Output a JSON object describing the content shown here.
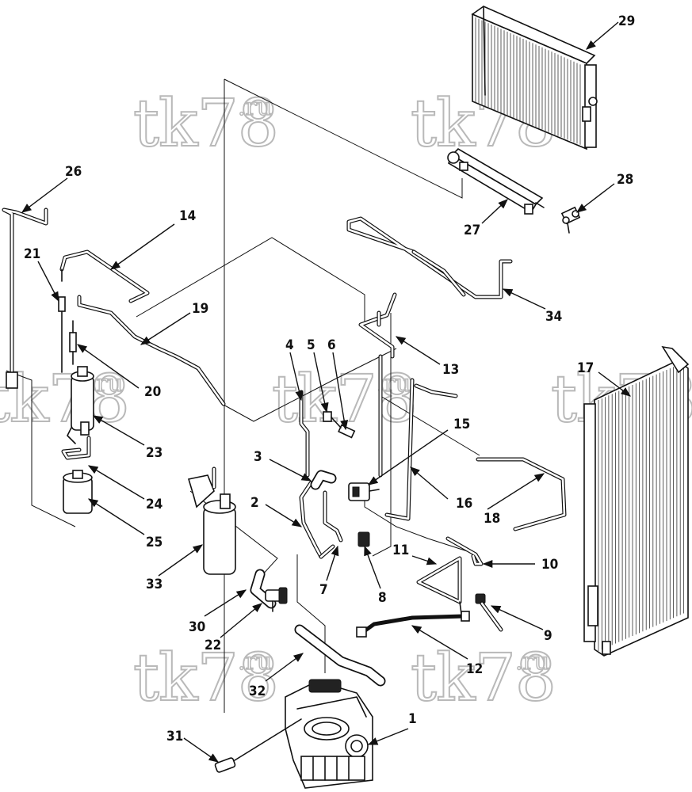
{
  "watermark": {
    "main": "tk78",
    "suffix": ".ru"
  },
  "callouts": [
    "1",
    "2",
    "3",
    "4",
    "5",
    "6",
    "7",
    "8",
    "9",
    "10",
    "11",
    "12",
    "13",
    "14",
    "15",
    "16",
    "17",
    "18",
    "19",
    "20",
    "21",
    "22",
    "23",
    "24",
    "25",
    "26",
    "27",
    "28",
    "29",
    "30",
    "31",
    "32",
    "33",
    "34"
  ],
  "colors": {
    "line": "#111111",
    "watermark_outline": "#b9b9b9",
    "background": "#ffffff"
  }
}
